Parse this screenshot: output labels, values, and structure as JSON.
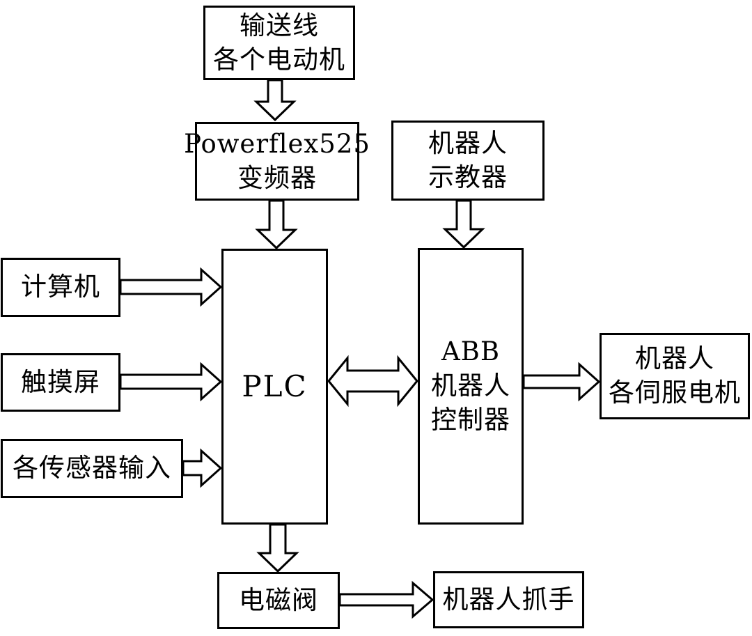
{
  "diagram": {
    "type": "block-diagram",
    "colors": {
      "line": "#000000",
      "node_fill": "#ffffff",
      "background": "#ffffff",
      "text": "#000000"
    },
    "nodes": {
      "conveyor_motors": {
        "label": "输送线\n各个电动机"
      },
      "powerflex_inverter": {
        "label": "Powerflex525\n变频器"
      },
      "teach_pendant": {
        "label": "机器人\n示教器"
      },
      "computer": {
        "label": "计算机"
      },
      "touchscreen": {
        "label": "触摸屏"
      },
      "sensor_inputs": {
        "label": "各传感器输入"
      },
      "plc": {
        "label": "PLC"
      },
      "abb_controller": {
        "label": "ABB\n机器人\n控制器"
      },
      "servo_motors": {
        "label": "机器人\n各伺服电机"
      },
      "solenoid_valve": {
        "label": "电磁阀"
      },
      "robot_gripper": {
        "label": "机器人抓手"
      }
    },
    "edges": [
      {
        "from": "conveyor_motors",
        "to": "powerflex_inverter",
        "style": "hollow-arrow",
        "direction": "down"
      },
      {
        "from": "powerflex_inverter",
        "to": "plc",
        "style": "hollow-arrow",
        "direction": "down"
      },
      {
        "from": "teach_pendant",
        "to": "abb_controller",
        "style": "hollow-arrow",
        "direction": "down"
      },
      {
        "from": "computer",
        "to": "plc",
        "style": "hollow-arrow",
        "direction": "right"
      },
      {
        "from": "touchscreen",
        "to": "plc",
        "style": "hollow-arrow",
        "direction": "right"
      },
      {
        "from": "sensor_inputs",
        "to": "plc",
        "style": "hollow-arrow",
        "direction": "right"
      },
      {
        "from": "plc",
        "to": "abb_controller",
        "style": "hollow-double-arrow",
        "direction": "both"
      },
      {
        "from": "abb_controller",
        "to": "servo_motors",
        "style": "hollow-arrow",
        "direction": "right"
      },
      {
        "from": "plc",
        "to": "solenoid_valve",
        "style": "hollow-arrow",
        "direction": "down"
      },
      {
        "from": "solenoid_valve",
        "to": "robot_gripper",
        "style": "hollow-arrow",
        "direction": "right"
      }
    ]
  }
}
